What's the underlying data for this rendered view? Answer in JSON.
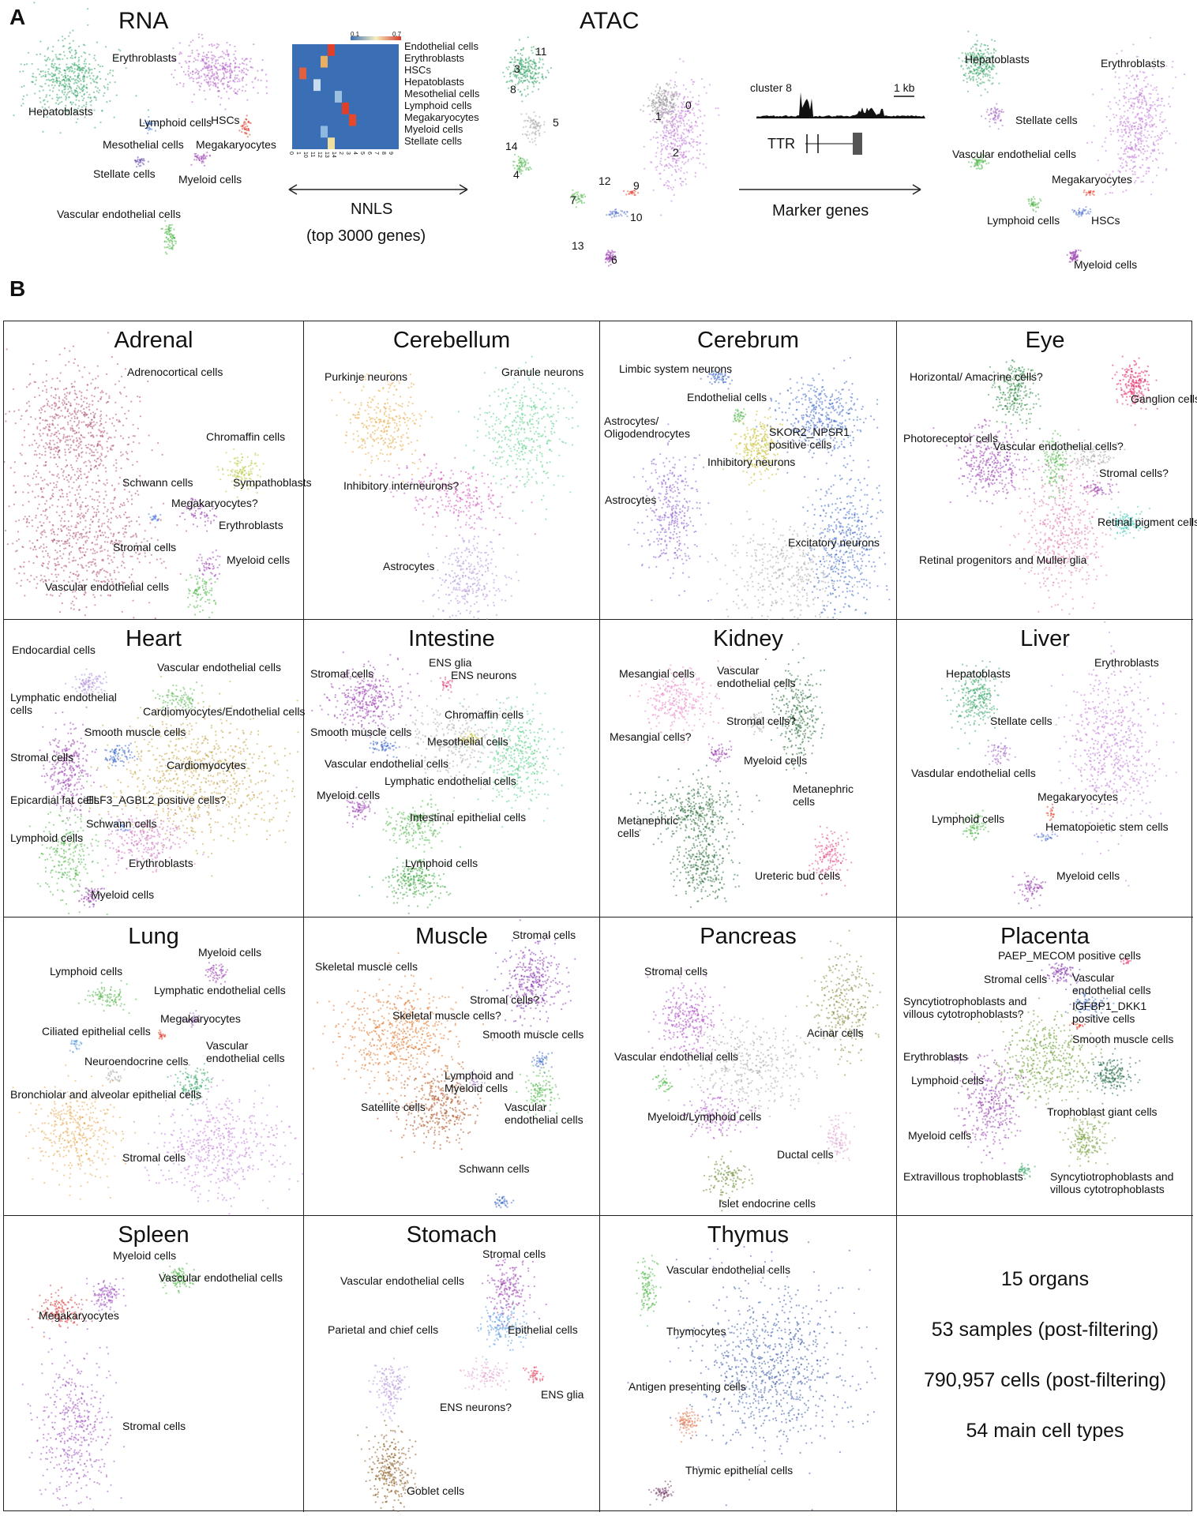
{
  "panel_a": {
    "letter": "A",
    "rna_title": "RNA",
    "atac_title": "ATAC",
    "rna_labels": [
      "Erythroblasts",
      "Hepatoblasts",
      "HSCs",
      "Lymphoid cells",
      "Mesothelial cells",
      "Megakaryocytes",
      "Stellate cells",
      "Myeloid cells",
      "Vascular endothelial cells"
    ],
    "heatmap": {
      "scale_min": "0.1",
      "scale_max": "0.7",
      "rows": [
        "Endothelial cells",
        "Erythroblasts",
        "HSCs",
        "Hepatoblasts",
        "Mesothelial cells",
        "Lymphoid cells",
        "Megakaryocytes",
        "Myeloid cells",
        "Stellate cells"
      ],
      "cols": [
        "0",
        "1",
        "10",
        "11",
        "12",
        "13",
        "14",
        "2",
        "3",
        "4",
        "5",
        "6",
        "7",
        "8",
        "9"
      ]
    },
    "nnls_label": "NNLS",
    "nnls_sub": "(top 3000 genes)",
    "atac_clusters": [
      "0",
      "1",
      "2",
      "3",
      "4",
      "5",
      "6",
      "7",
      "8",
      "9",
      "10",
      "11",
      "12",
      "13",
      "14"
    ],
    "track": {
      "cluster_label": "cluster 8",
      "scale_label": "1 kb",
      "gene_label": "TTR"
    },
    "marker_label": "Marker genes",
    "annotated_labels": [
      "Hepatoblasts",
      "Erythroblasts",
      "Stellate cells",
      "Vascular endothelial cells",
      "Megakaryocytes",
      "Lymphoid cells",
      "HSCs",
      "Myeloid cells"
    ]
  },
  "panel_b": {
    "letter": "B",
    "organs": [
      {
        "name": "Adrenal",
        "labels": [
          "Adrenocortical cells",
          "Chromaffin cells",
          "Schwann cells",
          "Sympathoblasts",
          "Megakaryocytes?",
          "Erythroblasts",
          "Stromal cells",
          "Myeloid cells",
          "Vascular endothelial cells"
        ]
      },
      {
        "name": "Cerebellum",
        "labels": [
          "Purkinje neurons",
          "Granule neurons",
          "Inhibitory interneurons?",
          "Astrocytes"
        ]
      },
      {
        "name": "Cerebrum",
        "labels": [
          "Limbic system neurons",
          "Endothelial cells",
          "Astrocytes/\nOligodendrocytes",
          "SKOR2_NPSR1\npositive cells",
          "Inhibitory neurons",
          "Astrocytes",
          "Excitatory neurons"
        ]
      },
      {
        "name": "Eye",
        "labels": [
          "Horizontal/ Amacrine cells?",
          "Ganglion cells",
          "Photoreceptor cells",
          "Vascular endothelial cells?",
          "Stromal cells?",
          "Retinal pigment cells",
          "Retinal progenitors and Muller glia"
        ]
      },
      {
        "name": "Heart",
        "labels": [
          "Endocardial cells",
          "Vascular endothelial cells",
          "Lymphatic endothelial\ncells",
          "Cardiomyocytes/Endothelial cells",
          "Smooth muscle cells",
          "Stromal cells",
          "Cardiomyocytes",
          "Epicardial fat cells",
          "ELF3_AGBL2 positive cells?",
          "Schwann cells",
          "Lymphoid cells",
          "Erythroblasts",
          "Myeloid cells"
        ]
      },
      {
        "name": "Intestine",
        "labels": [
          "Stromal cells",
          "ENS glia",
          "ENS neurons",
          "Chromaffin cells",
          "Smooth muscle cells",
          "Mesothelial cells",
          "Vascular endothelial cells",
          "Lymphatic endothelial cells",
          "Myeloid cells",
          "Intestinal epithelial cells",
          "Lymphoid cells"
        ]
      },
      {
        "name": "Kidney",
        "labels": [
          "Mesangial cells",
          "Vascular\nendothelial cells",
          "Stromal cells?",
          "Mesangial cells?",
          "Myeloid cells",
          "Metanephric\ncells",
          "Metanephric\ncells",
          "Ureteric bud cells"
        ]
      },
      {
        "name": "Liver",
        "labels": [
          "Hepatoblasts",
          "Erythroblasts",
          "Stellate cells",
          "Vasdular endothelial cells",
          "Megakaryocytes",
          "Lymphoid cells",
          "Hematopoietic stem cells",
          "Myeloid cells"
        ]
      },
      {
        "name": "Lung",
        "labels": [
          "Myeloid cells",
          "Lymphoid cells",
          "Lymphatic endothelial cells",
          "Megakaryocytes",
          "Ciliated epithelial cells",
          "Vascular\nendothelial cells",
          "Neuroendocrine cells",
          "Bronchiolar and alveolar epithelial cells",
          "Stromal cells"
        ]
      },
      {
        "name": "Muscle",
        "labels": [
          "Stromal cells",
          "Skeletal muscle cells",
          "Stromal cells?",
          "Skeletal muscle cells?",
          "Smooth muscle cells",
          "Lymphoid and\nMyeloid cells",
          "Satellite cells",
          "Vascular\nendothelial cells",
          "Schwann cells"
        ]
      },
      {
        "name": "Pancreas",
        "labels": [
          "Stromal cells",
          "Acinar cells",
          "Vascular endothelial cells",
          "Myeloid/Lymphoid cells",
          "Ductal cells",
          "Islet endocrine cells"
        ]
      },
      {
        "name": "Placenta",
        "labels": [
          "PAEP_MECOM positive cells",
          "Stromal cells",
          "Vascular\nendothelial cells",
          "Syncytiotrophoblasts and\nvillous cytotrophoblasts?",
          "IGFBP1_DKK1\npositive cells",
          "Smooth muscle cells",
          "Erythroblasts",
          "Lymphoid cells",
          "Trophoblast giant cells",
          "Myeloid cells",
          "Extravillous trophoblasts",
          "Syncytiotrophoblasts and\nvillous cytotrophoblasts"
        ]
      },
      {
        "name": "Spleen",
        "labels": [
          "Myeloid cells",
          "Vascular endothelial cells",
          "Megakaryocytes",
          "Stromal cells"
        ]
      },
      {
        "name": "Stomach",
        "labels": [
          "Stromal cells",
          "Vascular endothelial cells",
          "Parietal and chief cells",
          "Epithelial cells",
          "ENS glia",
          "ENS neurons?",
          "Goblet cells"
        ]
      },
      {
        "name": "Thymus",
        "labels": [
          "Vascular endothelial cells",
          "Thymocytes",
          "Antigen presenting cells",
          "Thymic epithelial cells"
        ]
      }
    ],
    "summary": [
      "15 organs",
      "53 samples (post-filtering)",
      "790,957 cells (post-filtering)",
      "54 main cell types"
    ]
  }
}
